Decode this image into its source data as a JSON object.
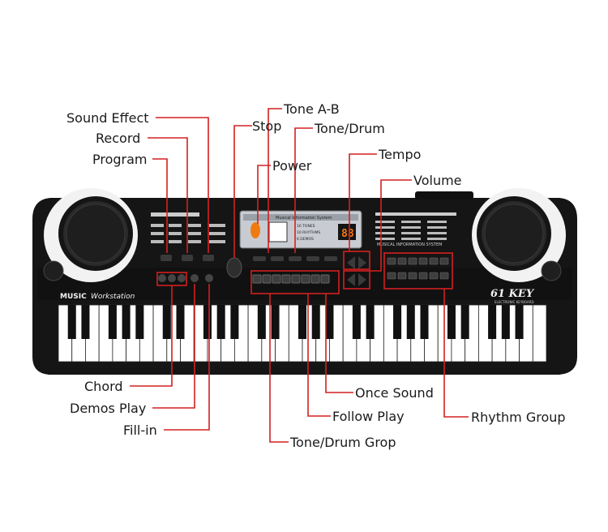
{
  "colors": {
    "leader": "#d42020",
    "body": "#151515",
    "panel": "#2a2a2a",
    "display_bg": "#c8ccd2",
    "led": "#f07a10",
    "speaker_ring": "#f2f2f2",
    "label": "#1a1a1a"
  },
  "keyboard": {
    "brand": "MUSIC",
    "brand_sub": "Workstation",
    "model": "61 KEY",
    "model_sub": "ELECTRONIC KEYBOARD",
    "display_title": "Musical Information System",
    "display_led": "88",
    "display_items": [
      "16 TONES",
      "10 RHYTHMS",
      "6 DEMOS"
    ],
    "right_panel_title": "MUSICAL INFORMATION SYSTEM",
    "white_key_count": 36
  },
  "labels": {
    "sound_effect": "Sound Effect",
    "record": "Record",
    "program": "Program",
    "stop": "Stop",
    "tone_ab": "Tone A-B",
    "tone_drum": "Tone/Drum",
    "power": "Power",
    "tempo": "Tempo",
    "volume": "Volume",
    "chord": "Chord",
    "demos_play": "Demos Play",
    "fill_in": "Fill-in",
    "once_sound": "Once Sound",
    "follow_play": "Follow Play",
    "rhythm_group": "Rhythm Group",
    "tone_drum_grop": "Tone/Drum Grop"
  }
}
